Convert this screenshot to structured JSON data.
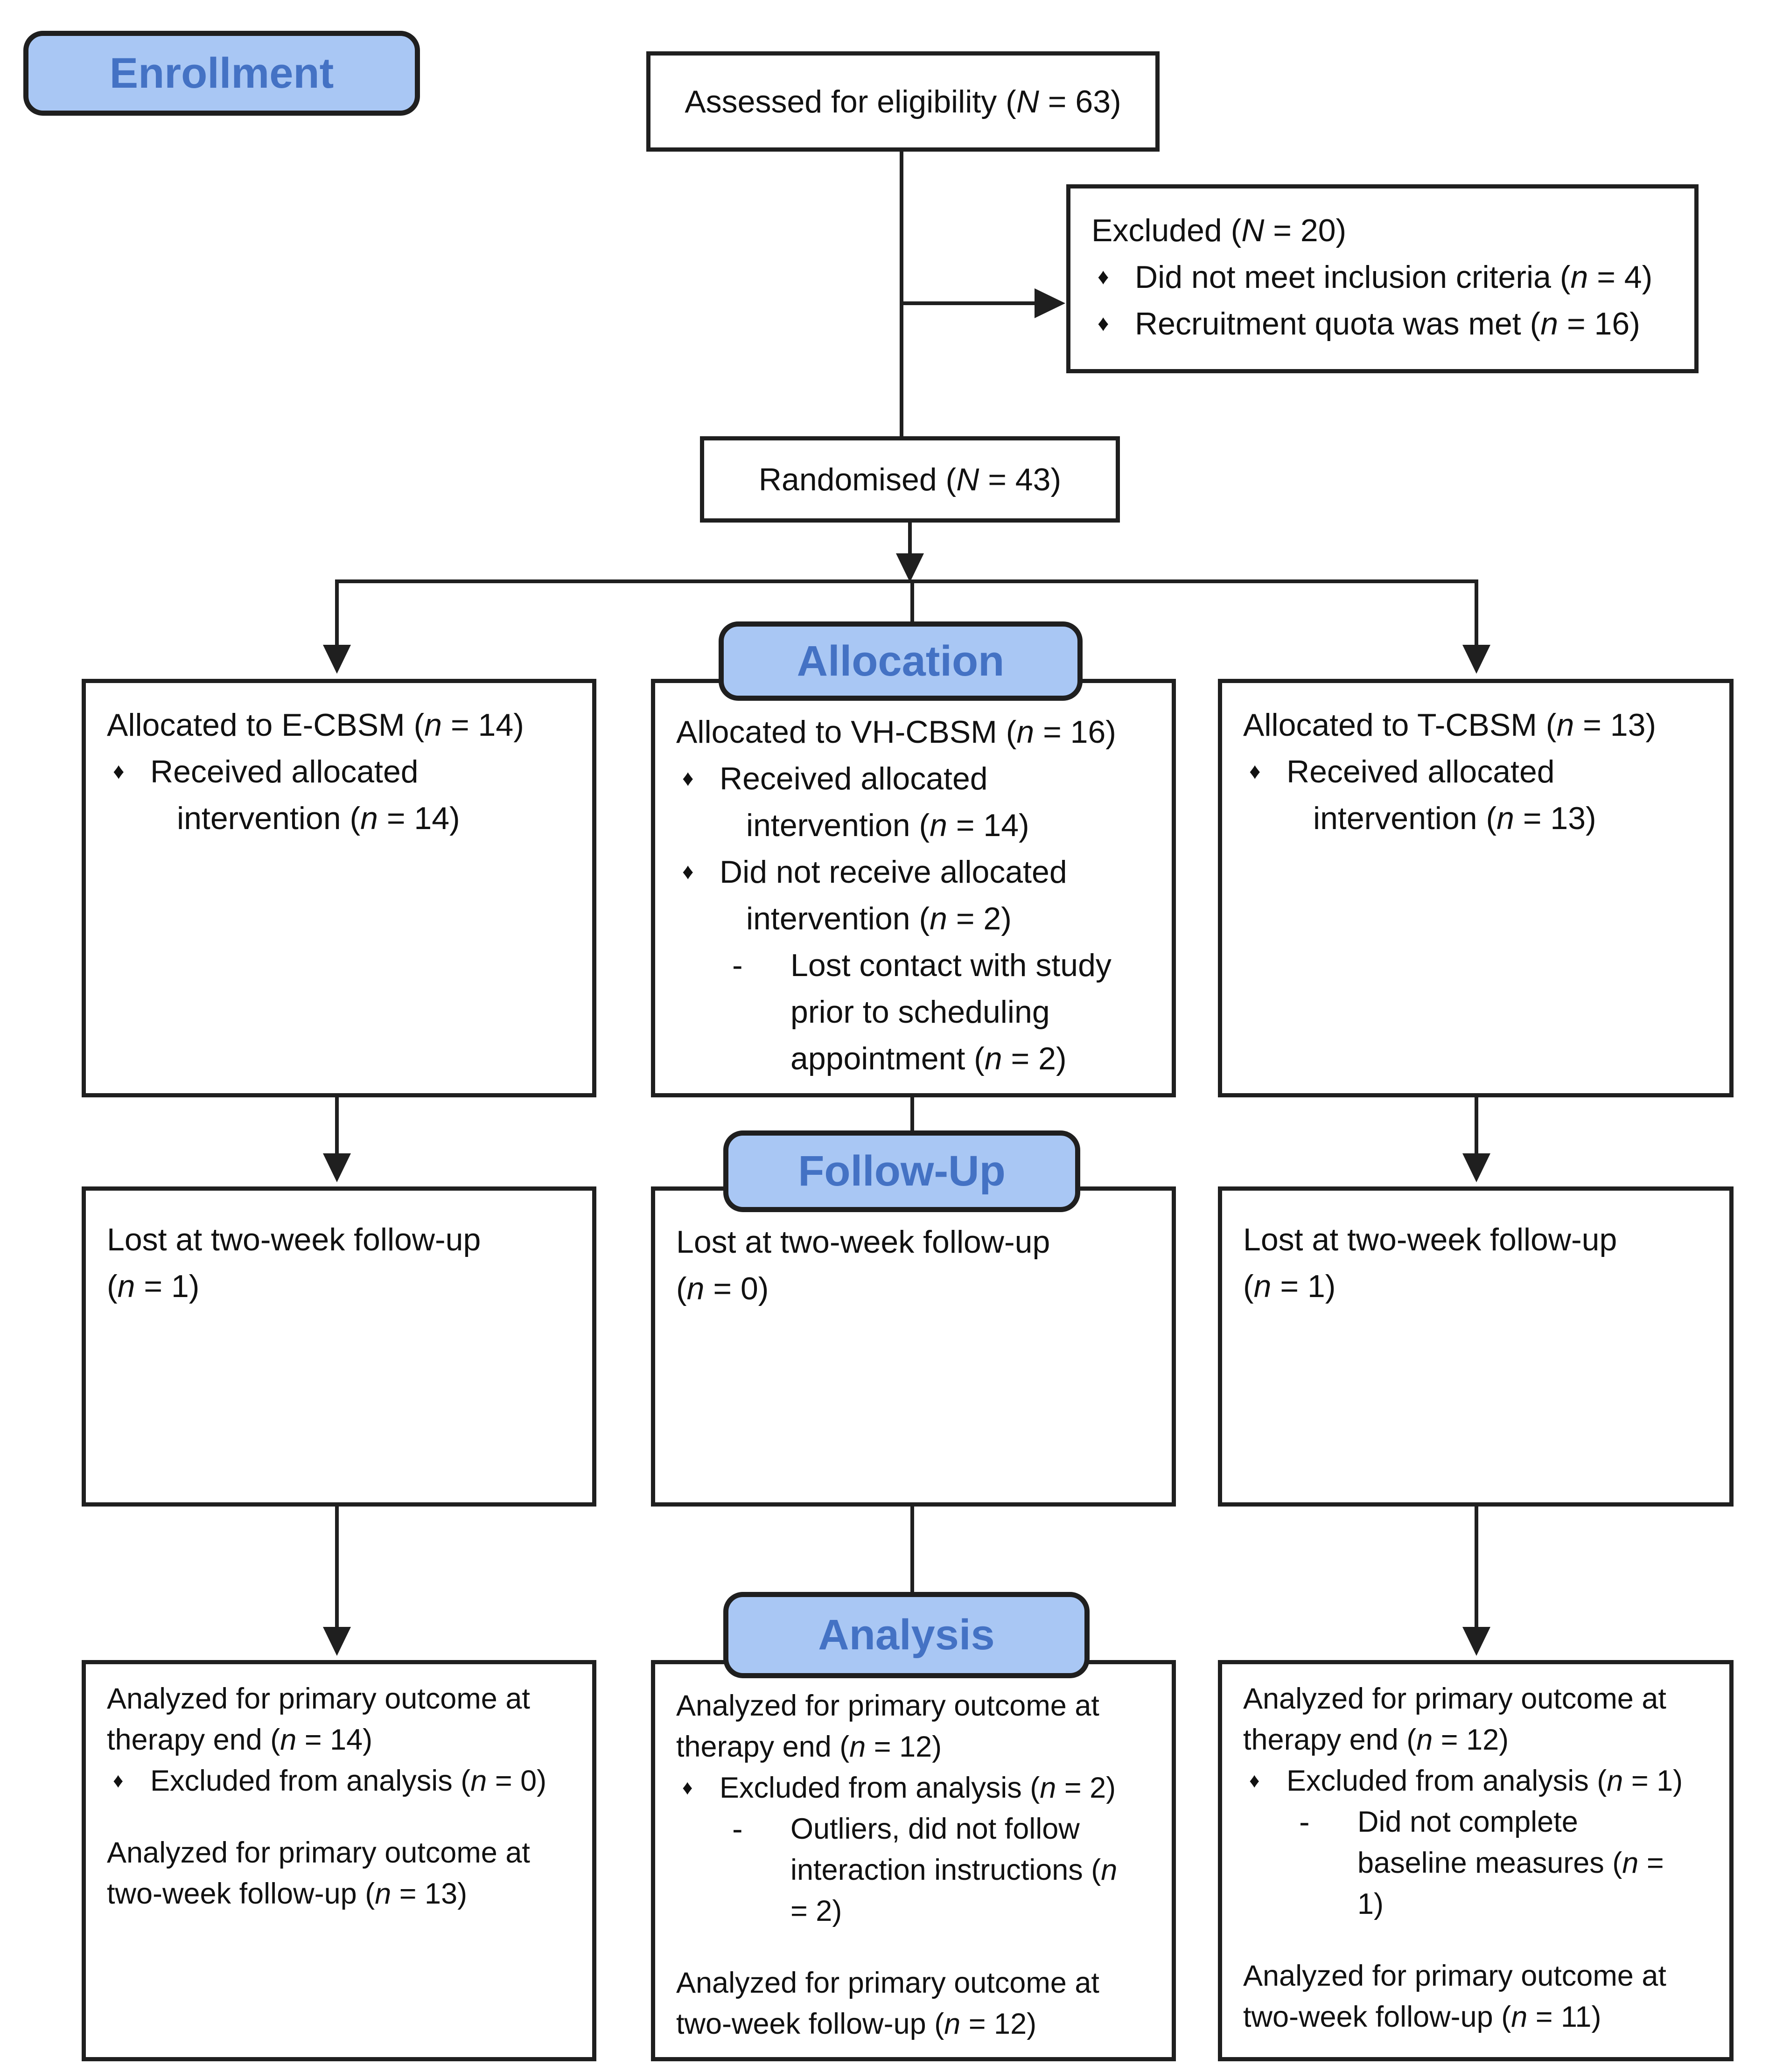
{
  "labels": {
    "enrollment": "Enrollment",
    "allocation": "Allocation",
    "followup": "Follow-Up",
    "analysis": "Analysis"
  },
  "colors": {
    "label_fill": "#a9c7f4",
    "label_text": "#4472c4",
    "label_border": "#1f1f1f",
    "box_border": "#1f1f1f",
    "line_color": "#1f1f1f",
    "background": "#ffffff"
  },
  "boxes": {
    "assessed": {
      "lines": [
        {
          "t": "Assessed for eligibility (N = 63)",
          "s": "c"
        }
      ]
    },
    "excluded": {
      "lines": [
        {
          "t": "Excluded (N = 20)",
          "s": "l0"
        },
        {
          "t": "Did not meet inclusion criteria (n = 4)",
          "s": "l1"
        },
        {
          "t": "Recruitment quota was met (n = 16)",
          "s": "l1"
        }
      ]
    },
    "randomised": {
      "lines": [
        {
          "t": "Randomised (N = 43)",
          "s": "c"
        }
      ]
    },
    "alloc_left": {
      "lines": [
        {
          "t": "Allocated to E-CBSM (n = 14)",
          "s": "l0"
        },
        {
          "t": "Received allocated",
          "s": "l1"
        },
        {
          "t": "intervention (n = 14)",
          "s": "l1c"
        }
      ]
    },
    "alloc_mid": {
      "lines": [
        {
          "t": "Allocated to VH-CBSM (n = 16)",
          "s": "l0"
        },
        {
          "t": "Received allocated",
          "s": "l1"
        },
        {
          "t": "intervention (n = 14)",
          "s": "l1c"
        },
        {
          "t": "Did not receive allocated",
          "s": "l1"
        },
        {
          "t": "intervention (n = 2)",
          "s": "l1c"
        },
        {
          "t": "Lost contact with study",
          "s": "l2"
        },
        {
          "t": "prior to scheduling",
          "s": "l2c"
        },
        {
          "t": "appointment (n = 2)",
          "s": "l2c"
        }
      ]
    },
    "alloc_right": {
      "lines": [
        {
          "t": "Allocated to T-CBSM (n = 13)",
          "s": "l0"
        },
        {
          "t": "Received allocated",
          "s": "l1"
        },
        {
          "t": "intervention (n = 13)",
          "s": "l1c"
        }
      ]
    },
    "fu_left": {
      "lines": [
        {
          "t": "Lost at two-week follow-up",
          "s": "l0"
        },
        {
          "t": "(n = 1)",
          "s": "l0"
        }
      ]
    },
    "fu_mid": {
      "lines": [
        {
          "t": "Lost at two-week follow-up",
          "s": "l0"
        },
        {
          "t": "(n = 0)",
          "s": "l0"
        }
      ]
    },
    "fu_right": {
      "lines": [
        {
          "t": "Lost at two-week follow-up",
          "s": "l0"
        },
        {
          "t": "(n = 1)",
          "s": "l0"
        }
      ]
    },
    "an_left": {
      "lines": [
        {
          "t": "Analyzed for primary outcome at",
          "s": "l0"
        },
        {
          "t": "therapy end (n = 14)",
          "s": "l0"
        },
        {
          "t": "Excluded from analysis (n = 0)",
          "s": "l1"
        },
        {
          "t": "",
          "s": "blank"
        },
        {
          "t": "Analyzed for primary outcome at",
          "s": "l0"
        },
        {
          "t": "two-week follow-up (n = 13)",
          "s": "l0"
        }
      ]
    },
    "an_mid": {
      "lines": [
        {
          "t": "Analyzed for primary outcome at",
          "s": "l0"
        },
        {
          "t": "therapy end (n = 12)",
          "s": "l0"
        },
        {
          "t": "Excluded from analysis (n = 2)",
          "s": "l1"
        },
        {
          "t": "Outliers, did not follow",
          "s": "l2"
        },
        {
          "t": "interaction instructions (n",
          "s": "l2c"
        },
        {
          "t": "= 2)",
          "s": "l2c"
        },
        {
          "t": "",
          "s": "blank"
        },
        {
          "t": "Analyzed for primary outcome at",
          "s": "l0"
        },
        {
          "t": "two-week follow-up (n = 12)",
          "s": "l0"
        }
      ]
    },
    "an_right": {
      "lines": [
        {
          "t": "Analyzed for primary outcome at",
          "s": "l0"
        },
        {
          "t": "therapy end (n = 12)",
          "s": "l0"
        },
        {
          "t": "Excluded from analysis (n = 1)",
          "s": "l1"
        },
        {
          "t": "Did not complete",
          "s": "l2"
        },
        {
          "t": "baseline measures (n =",
          "s": "l2c"
        },
        {
          "t": "1)",
          "s": "l2c"
        },
        {
          "t": "",
          "s": "blank"
        },
        {
          "t": "Analyzed for primary outcome at",
          "s": "l0"
        },
        {
          "t": "two-week follow-up (n = 11)",
          "s": "l0"
        }
      ]
    }
  }
}
